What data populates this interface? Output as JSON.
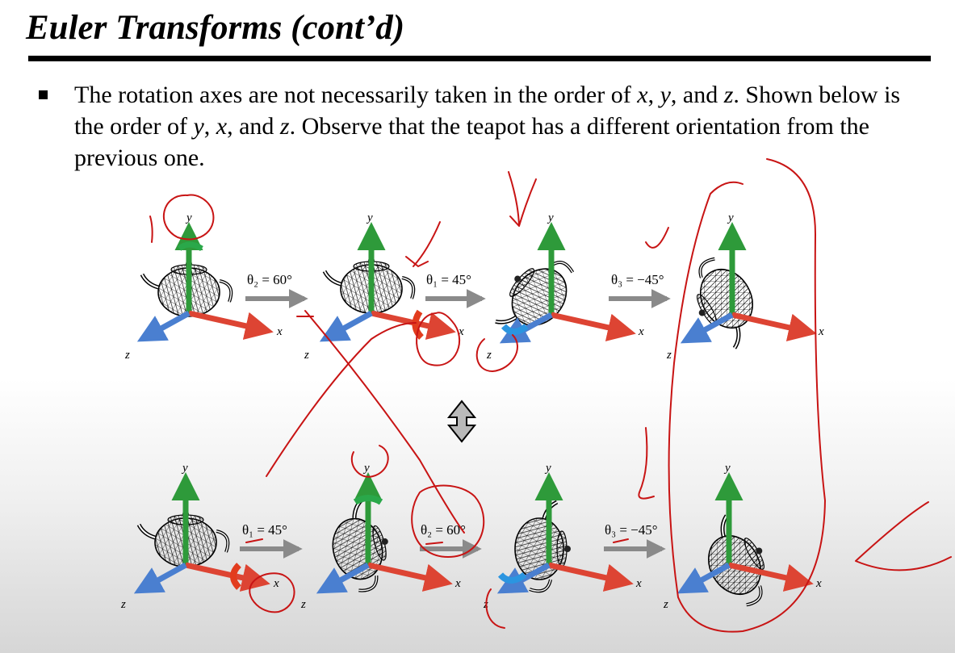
{
  "slide": {
    "title": "Euler Transforms (cont’d)",
    "bullet": {
      "p1": "The rotation axes are not necessarily taken in the order of ",
      "x": "x",
      "c1": ", ",
      "y": "y",
      "c2": ", and ",
      "z": "z",
      "p2": ". Shown below is the order of ",
      "y2": "y",
      "c3": ", ",
      "x2": "x",
      "c4": ", and ",
      "z2": "z",
      "p3": ". Observe that the teapot has a different orientation from the previous one."
    }
  },
  "figure": {
    "axis_labels": {
      "x": "x",
      "y": "y",
      "z": "z"
    },
    "top_row": {
      "steps": [
        {
          "label": "θ₂ = 60°"
        },
        {
          "label": "θ₁ = 45°"
        },
        {
          "label": "θ₃ = −45°"
        }
      ]
    },
    "bottom_row": {
      "steps": [
        {
          "label": "θ₁ = 45°"
        },
        {
          "label": "θ₂ = 60°"
        },
        {
          "label": "θ₃ = −45°"
        }
      ]
    }
  },
  "colors": {
    "x_axis": "#dd4433",
    "y_axis": "#2e9a3a",
    "z_axis": "#4a7fd0",
    "rotation_green": "#2aa84a",
    "rotation_red": "#e23c1e",
    "rotation_blue": "#2b95e0",
    "annotation": "#c81414",
    "arrow_gray": "#8a8a8a"
  }
}
